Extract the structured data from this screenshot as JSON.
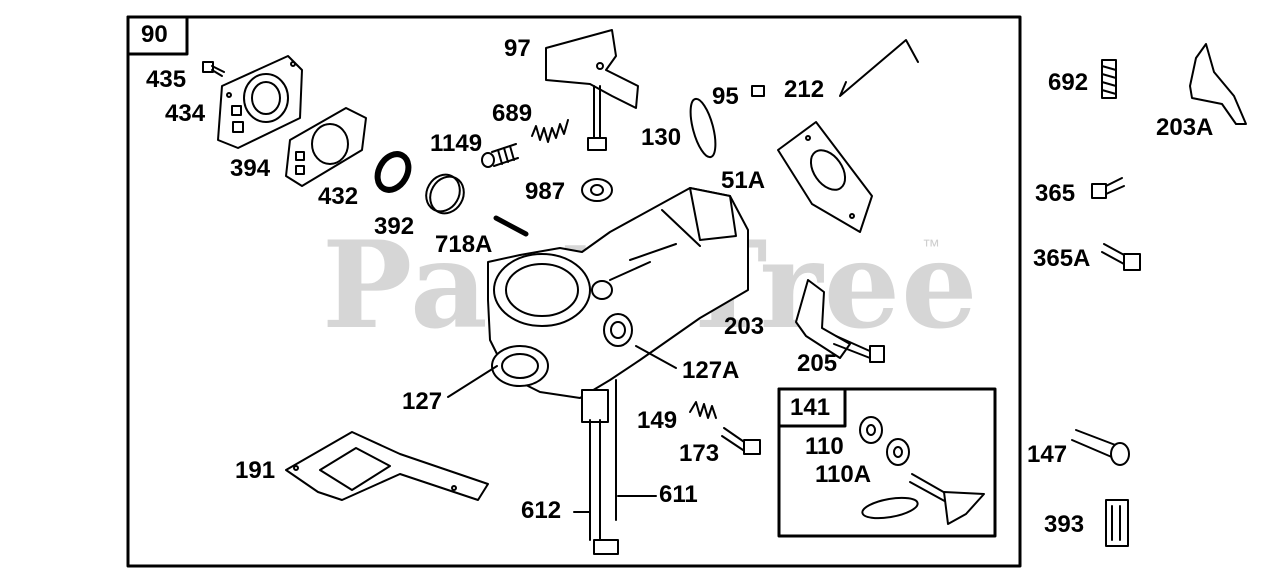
{
  "watermark": {
    "text": "PartsTree",
    "tm": "™"
  },
  "main_box": {
    "number": "90"
  },
  "sub_box": {
    "number": "141"
  },
  "callouts": [
    {
      "id": "435",
      "text": "435"
    },
    {
      "id": "434",
      "text": "434"
    },
    {
      "id": "394",
      "text": "394"
    },
    {
      "id": "432",
      "text": "432"
    },
    {
      "id": "392",
      "text": "392"
    },
    {
      "id": "718A",
      "text": "718A"
    },
    {
      "id": "1149",
      "text": "1149"
    },
    {
      "id": "689",
      "text": "689"
    },
    {
      "id": "97",
      "text": "97"
    },
    {
      "id": "987",
      "text": "987"
    },
    {
      "id": "130",
      "text": "130"
    },
    {
      "id": "95",
      "text": "95"
    },
    {
      "id": "212",
      "text": "212"
    },
    {
      "id": "51A",
      "text": "51A"
    },
    {
      "id": "203",
      "text": "203"
    },
    {
      "id": "205",
      "text": "205"
    },
    {
      "id": "127A",
      "text": "127A"
    },
    {
      "id": "127",
      "text": "127"
    },
    {
      "id": "149",
      "text": "149"
    },
    {
      "id": "173",
      "text": "173"
    },
    {
      "id": "191",
      "text": "191"
    },
    {
      "id": "612",
      "text": "612"
    },
    {
      "id": "611",
      "text": "611"
    },
    {
      "id": "110",
      "text": "110"
    },
    {
      "id": "110A",
      "text": "110A"
    },
    {
      "id": "692",
      "text": "692"
    },
    {
      "id": "203A",
      "text": "203A"
    },
    {
      "id": "365",
      "text": "365"
    },
    {
      "id": "365A",
      "text": "365A"
    },
    {
      "id": "147",
      "text": "147"
    },
    {
      "id": "393",
      "text": "393"
    }
  ]
}
